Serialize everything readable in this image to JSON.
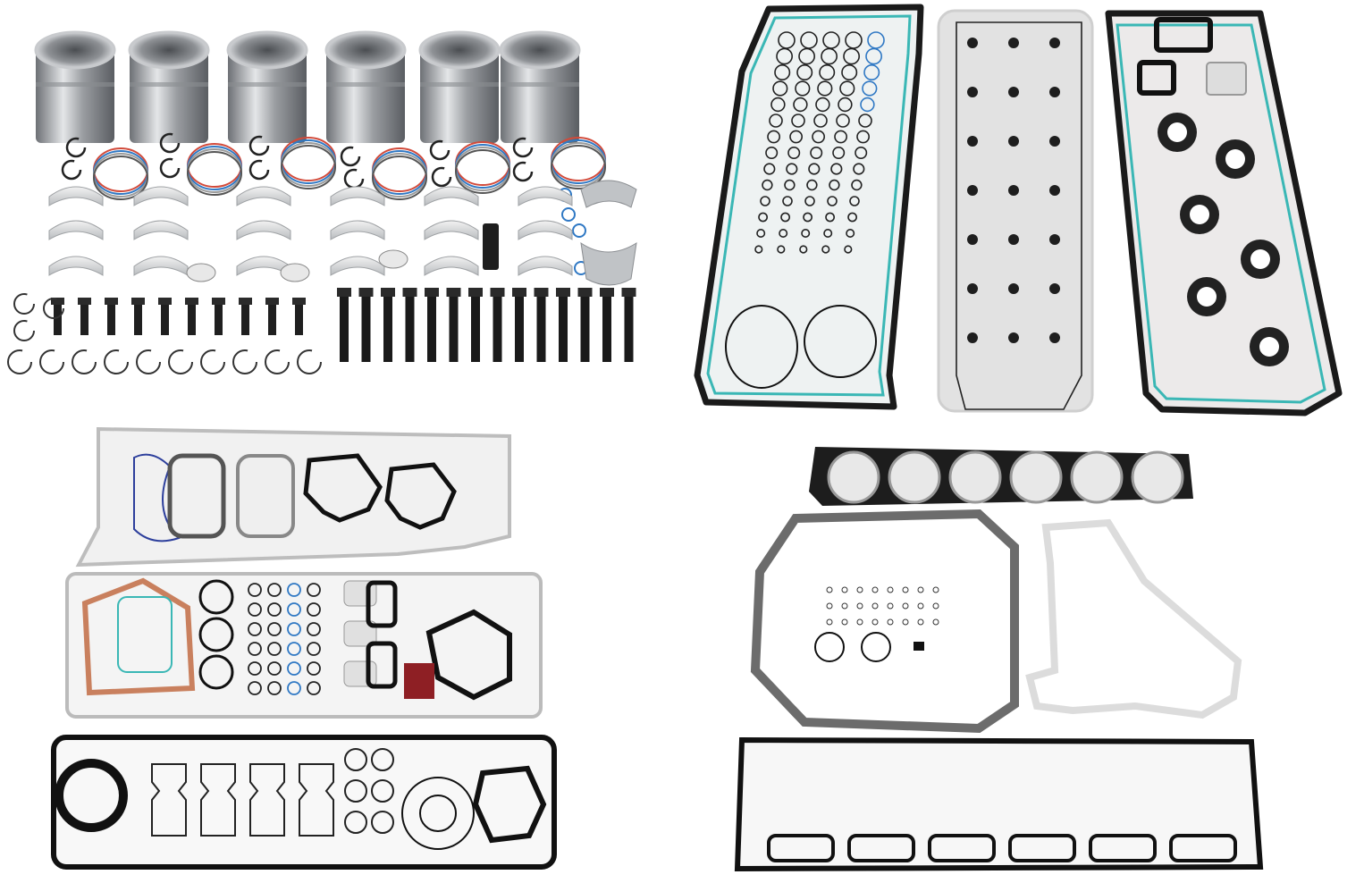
{
  "image": {
    "background": "#ffffff",
    "panels": [
      {
        "id": "engine-inframe-parts",
        "contents": [
          "cylinder-liners",
          "piston-rings",
          "bearings",
          "snap-rings",
          "head-bolts"
        ]
      },
      {
        "id": "upper-gasket-set",
        "contents": [
          "valve-cover-gasket",
          "rocker-housing-gasket",
          "exhaust-manifold-gasket"
        ]
      },
      {
        "id": "lower-gasket-set",
        "contents": [
          "oil-pan-gasket",
          "front-cover-gaskets",
          "o-ring-assortment"
        ]
      },
      {
        "id": "head-gasket-set",
        "contents": [
          "cylinder-head-gasket",
          "flywheel-housing-gasket",
          "timing-cover-gasket",
          "intake-gasket"
        ]
      }
    ],
    "colors": {
      "steel": "#b9bcc0",
      "gasket_black": "#1a1a1a",
      "teal_bead": "#3ab7b5",
      "copper": "#c9805e",
      "blue_oring": "#2f78c4",
      "red_seal": "#8e1f24",
      "fiber": "#e6e6e6"
    }
  }
}
